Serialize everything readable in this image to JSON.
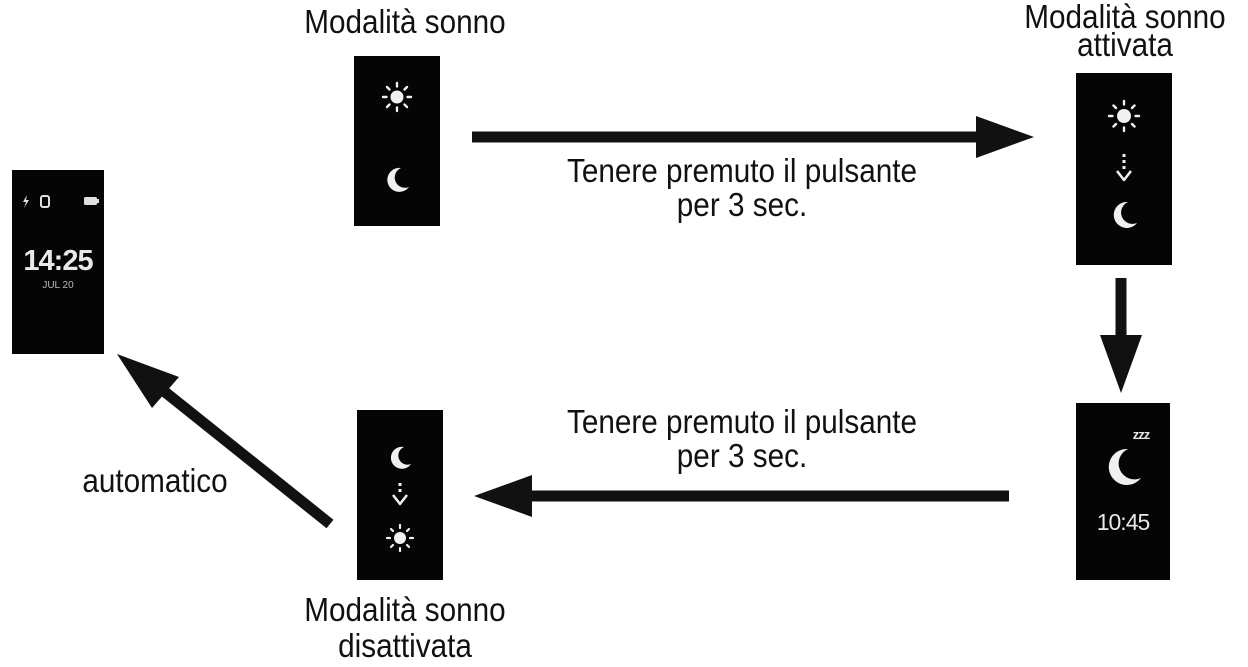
{
  "labels": {
    "sleep_mode": "Modalità sonno",
    "sleep_on_line1": "Modalità sonno",
    "sleep_on_line2": "attivata",
    "hold_top_line1": "Tenere premuto il pulsante",
    "hold_top_line2": "per 3 sec.",
    "hold_bottom_line1": "Tenere premuto il pulsante",
    "hold_bottom_line2": "per 3 sec.",
    "automatic": "automatico",
    "sleep_off_line1": "Modalità sonno",
    "sleep_off_line2": "disattivata"
  },
  "screens": {
    "clock": {
      "time": "14:25",
      "date": "JUL 20"
    },
    "sleeping": {
      "zzz": "zzz",
      "time": "10:45"
    }
  },
  "icons": {
    "sun": "sun-icon",
    "moon": "moon-icon",
    "down_arrow": "dotted-down-arrow-icon",
    "zzz": "zzz-icon",
    "status_bar": "status-bar-icons"
  },
  "colors": {
    "screen": "#050505",
    "arrow": "#111111",
    "screen_text": "#e8e8e8"
  }
}
